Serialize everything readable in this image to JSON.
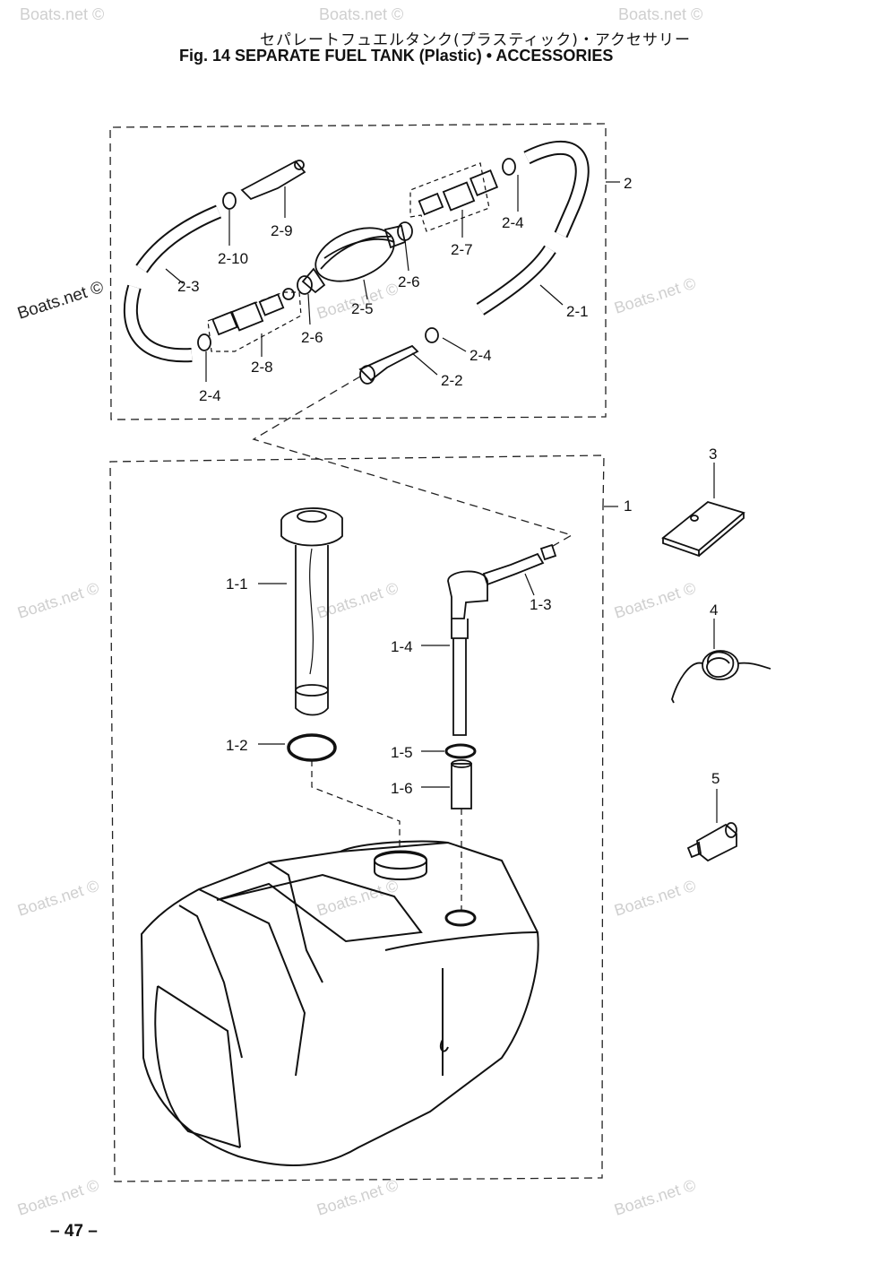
{
  "header": {
    "title_jp": "セパレートフュエルタンク(プラスティック)・アクセサリー",
    "title_en": "Fig. 14    SEPARATE FUEL TANK (Plastic) • ACCESSORIES"
  },
  "callouts": {
    "c2": "2",
    "c2_1": "2-1",
    "c2_2": "2-2",
    "c2_3": "2-3",
    "c2_4a": "2-4",
    "c2_4b": "2-4",
    "c2_4c": "2-4",
    "c2_5": "2-5",
    "c2_6a": "2-6",
    "c2_6b": "2-6",
    "c2_7": "2-7",
    "c2_8": "2-8",
    "c2_9": "2-9",
    "c2_10": "2-10",
    "c1": "1",
    "c1_1": "1-1",
    "c1_2": "1-2",
    "c1_3": "1-3",
    "c1_4": "1-4",
    "c1_5": "1-5",
    "c1_6": "1-6",
    "c3": "3",
    "c4": "4",
    "c5": "5"
  },
  "watermark": "Boats.net ©",
  "footer": {
    "page_number": "– 47 –"
  }
}
